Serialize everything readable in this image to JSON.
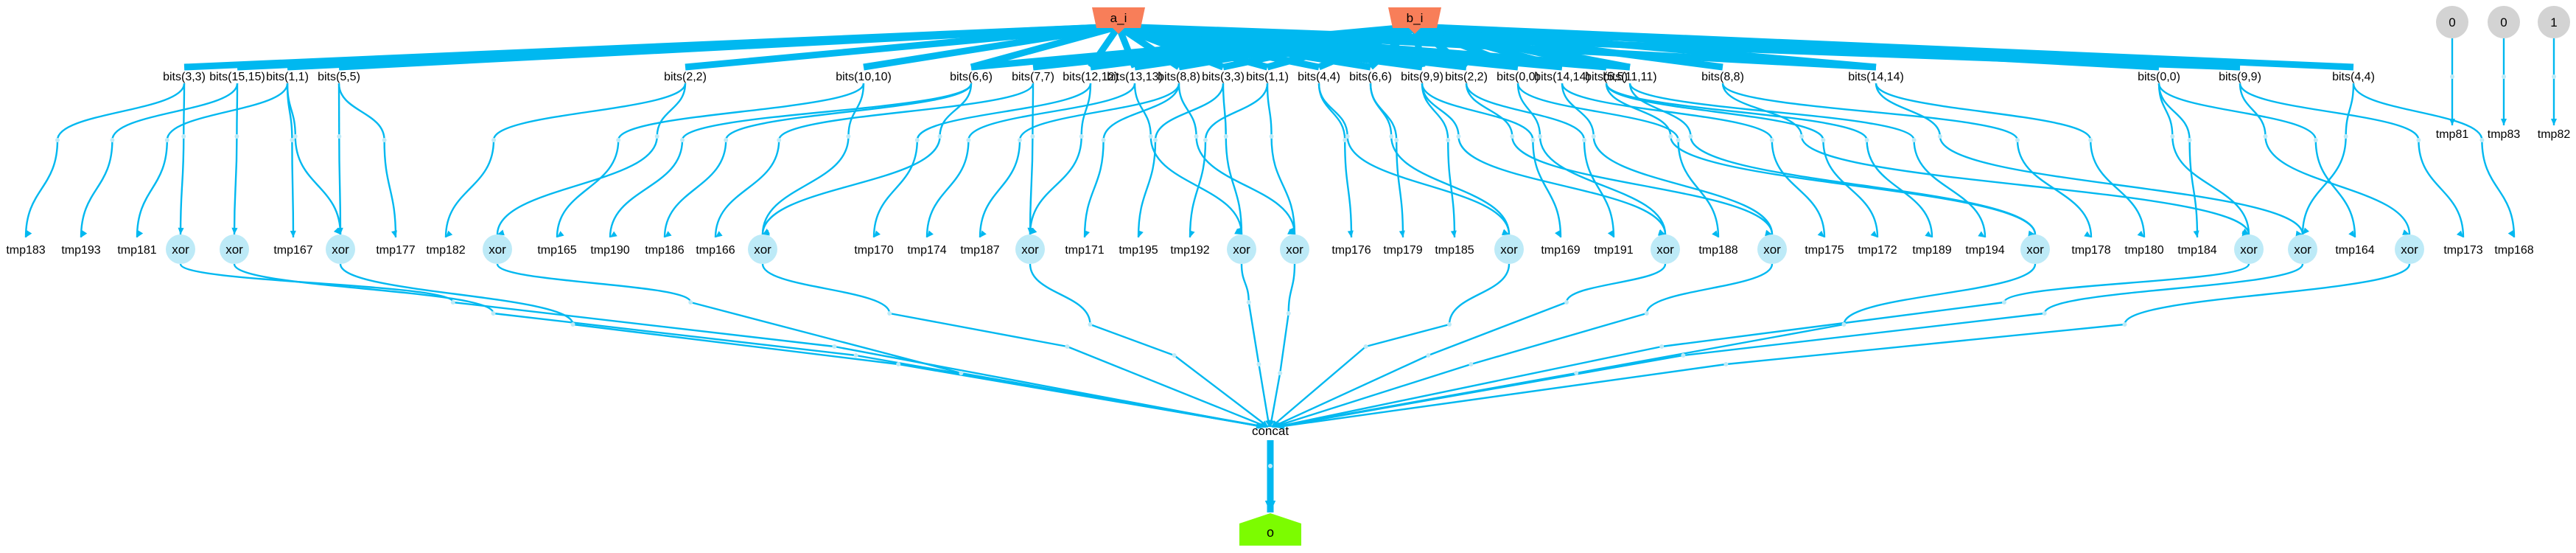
{
  "colors": {
    "edge": "#00b8f0",
    "input_node": "#f87e59",
    "output_node": "#7cfc00",
    "xor_node": "#bdeaf7",
    "const_node": "#d3d3d3"
  },
  "inputs": {
    "a": "a_i",
    "b": "b_i"
  },
  "output": "o",
  "concat_label": "concat",
  "xor_label": "xor",
  "slice_labels": [
    "bits(3,3)",
    "bits(15,15)",
    "bits(1,1)",
    "bits(5,5)",
    "bits(2,2)",
    "bits(10,10)",
    "bits(6,6)",
    "bits(7,7)",
    "bits(12,12)",
    "bits(13,13)",
    "bits(8,8)",
    "bits(3,3)",
    "bits(1,1)",
    "bits(4,4)",
    "bits(6,6)",
    "bits(9,9)",
    "bits(2,2)",
    "bits(0,0)",
    "bits(14,14)",
    "bits(5,5)",
    "bits(11,11)",
    "bits(8,8)",
    "bits(14,14)",
    "bits(0,0)",
    "bits(9,9)",
    "bits(4,4)"
  ],
  "tmp_labels": [
    "tmp183",
    "tmp193",
    "tmp181",
    "tmp167",
    "tmp177",
    "tmp182",
    "tmp165",
    "tmp190",
    "tmp186",
    "tmp166",
    "tmp170",
    "tmp174",
    "tmp187",
    "tmp171",
    "tmp195",
    "tmp192",
    "tmp176",
    "tmp179",
    "tmp185",
    "tmp169",
    "tmp191",
    "tmp188",
    "tmp175",
    "tmp172",
    "tmp189",
    "tmp194",
    "tmp178",
    "tmp180",
    "tmp184",
    "tmp164",
    "tmp173",
    "tmp168"
  ],
  "constants": [
    {
      "value": "0",
      "tmp": "tmp81"
    },
    {
      "value": "0",
      "tmp": "tmp83"
    },
    {
      "value": "1",
      "tmp": "tmp82"
    }
  ]
}
